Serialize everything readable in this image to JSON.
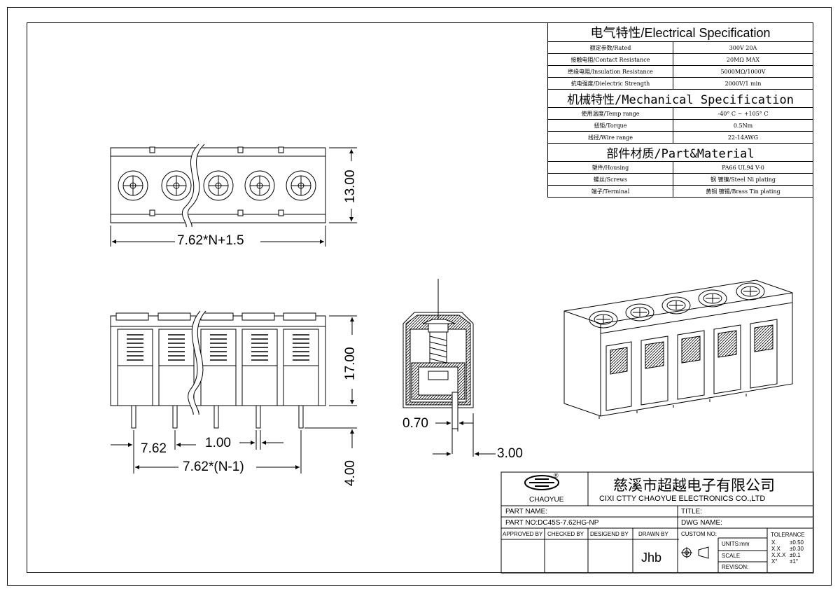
{
  "spec": {
    "electrical_title": "电气特性/Electrical Specification",
    "electrical_rows": [
      {
        "label": "额定参数/Rated",
        "value": "300V  20A"
      },
      {
        "label": "接触电阻/Contact Resistance",
        "value": "20MΩ MAX"
      },
      {
        "label": "绝缘电阻/Insulation Resistance",
        "value": "5000MΩ/1000V"
      },
      {
        "label": "抗电强度/Dielectric Strength",
        "value": "2000V/1 min"
      }
    ],
    "mechanical_title": "机械特性/Mechanical Specification",
    "mechanical_rows": [
      {
        "label": "使用温度/Temp range",
        "value": "-40° C ~ +105° C"
      },
      {
        "label": "扭矩/Torque",
        "value": "0.5Nm"
      },
      {
        "label": "线径/Wire range",
        "value": "22-14AWG"
      }
    ],
    "material_title": "部件材质/Part&Material",
    "material_rows": [
      {
        "label": "塑件/Housing",
        "value": "PA66 UL94 V-0"
      },
      {
        "label": "螺丝/Screws",
        "value": "钢 镀镍/Steel Ni plating"
      },
      {
        "label": "端子/Terminal",
        "value": "黄铜 镀锡/Brass Tin  plating"
      }
    ]
  },
  "dimensions": {
    "top_height": "13.00",
    "top_width": "7.62*N+1.5",
    "front_height": "17.00",
    "pin_length": "4.00",
    "pitch": "7.62",
    "pin_width": "1.00",
    "span": "7.62*(N-1)",
    "side_pin": "0.70",
    "side_offset": "3.00"
  },
  "title_block": {
    "brand": "CHAOYUE",
    "registered": "®",
    "company_cn": "慈溪市超越电子有限公司",
    "company_en": "CIXI CTTY CHAOYUE ELECTRONICS CO.,LTD",
    "part_name_label": "PART NAME:",
    "title_label": "TITLE:",
    "part_no_label": "PART NO:",
    "part_no": "DC45S-7.62HG-NP",
    "dwg_name_label": "DWG NAME:",
    "approved_by": "APPROVED BY",
    "checked_by": "CHECKED BY",
    "designed_by": "DESIGEND BY",
    "drawn_by": "DRAWN BY",
    "drawn_by_value": "Jhb",
    "custom_no": "CUSTOM NO:",
    "units": "UNITS:mm",
    "scale": "SCALE",
    "revision": "REVISON:",
    "tolerance": "TOLERANCE",
    "tol_rows": [
      {
        "k": "X.",
        "v": "±0.50"
      },
      {
        "k": "X.X",
        "v": "±0.30"
      },
      {
        "k": "X.X.X",
        "v": "±0.1"
      },
      {
        "k": "X°",
        "v": "±1°"
      }
    ]
  }
}
